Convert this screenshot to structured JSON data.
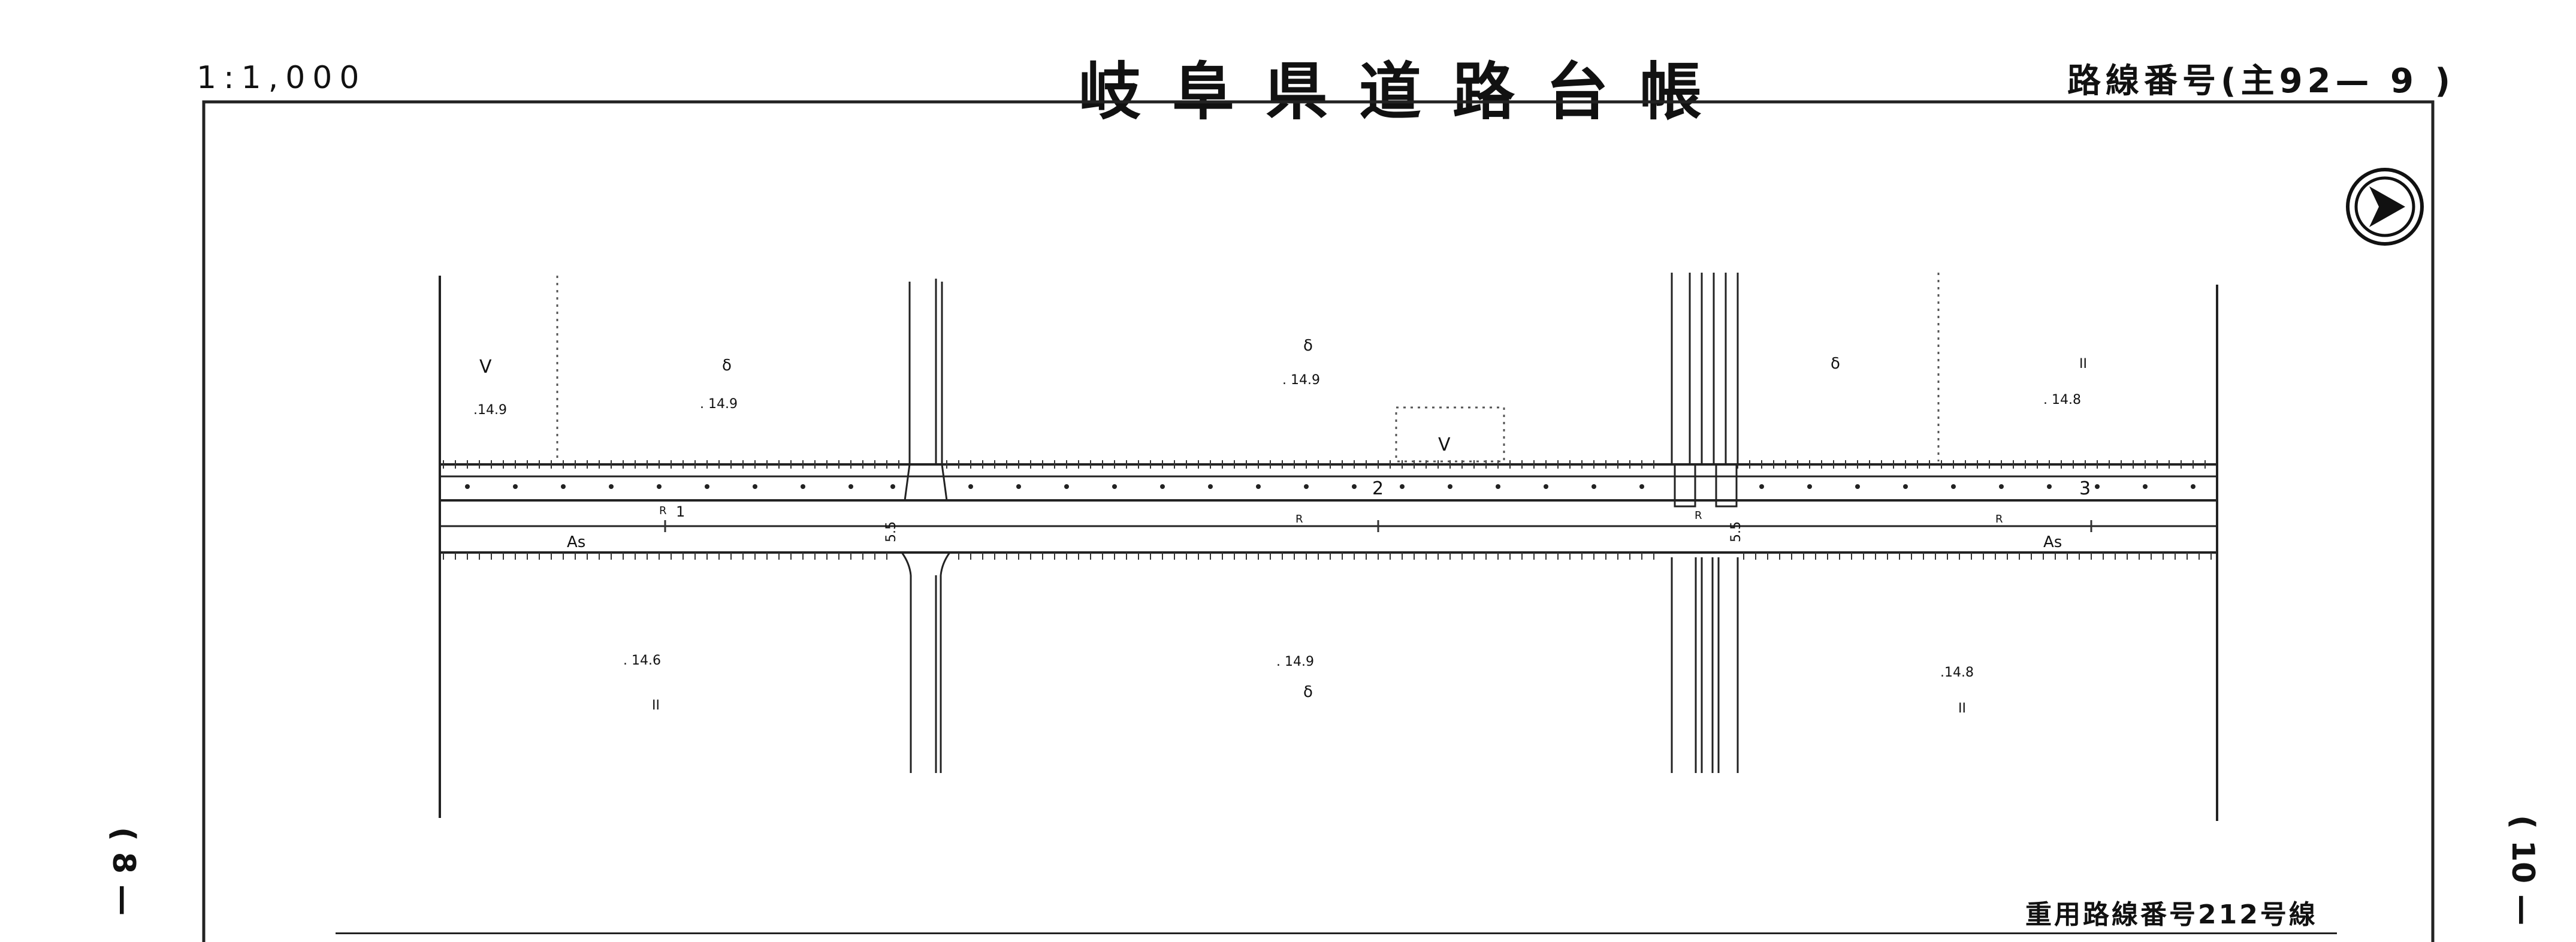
{
  "header": {
    "scale": "1:1,000",
    "title": "岐阜県道路台帳",
    "route_number": "路線番号(主92— 9   )"
  },
  "sheet_left": "( 8 —",
  "sheet_right": "( 10 —",
  "footer": {
    "label": "重用路線番号212号線"
  },
  "map": {
    "north_arrow_icon": "north-arrow-icon",
    "segment_numbers": [
      "1",
      "2",
      "3"
    ],
    "surface_labels": [
      "As",
      "As"
    ],
    "r_marks": [
      "R",
      "R",
      "R",
      "R"
    ],
    "widths": [
      "5.5",
      "5.5"
    ],
    "elevations": [
      ".14.9",
      ". 14.9",
      ". 14.9",
      ". 14.8",
      ". 14.6",
      ". 14.9",
      ".14.8"
    ],
    "land_use_symbols": [
      "V",
      "V",
      "δ",
      "δ",
      "δ",
      "II",
      "II",
      "δ",
      "II"
    ]
  }
}
